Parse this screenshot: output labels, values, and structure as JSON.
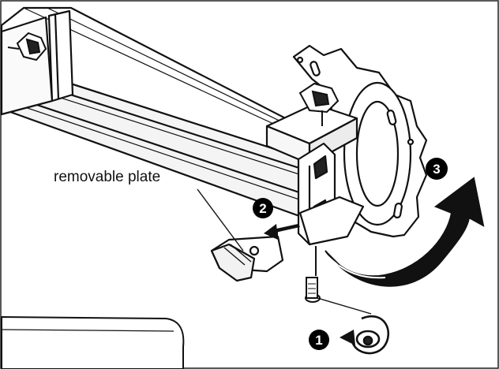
{
  "labels": {
    "removable_plate": "removable plate"
  },
  "steps": [
    {
      "number": "1"
    },
    {
      "number": "2"
    },
    {
      "number": "3"
    }
  ],
  "colors": {
    "line": "#111111",
    "fill": "#ffffff",
    "badge": "#000000"
  }
}
